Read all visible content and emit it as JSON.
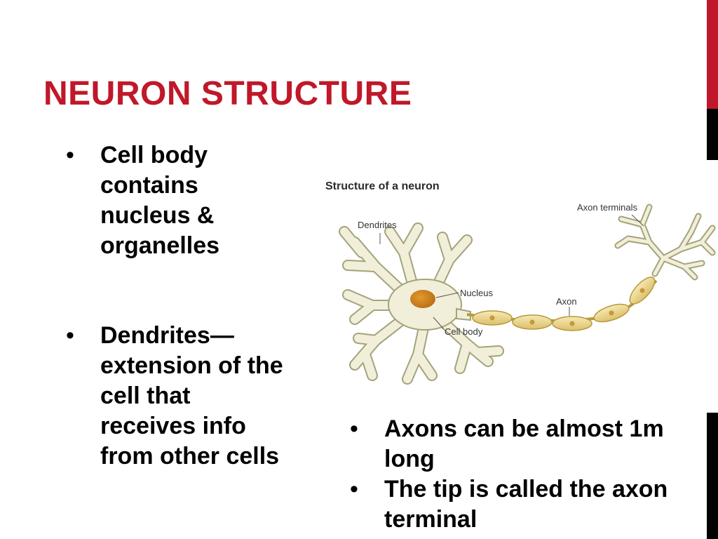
{
  "slide": {
    "title": "NEURON STRUCTURE",
    "left_bullets": [
      {
        "text": "Cell body contains nucleus & organelles"
      },
      {
        "text": "Dendrites—extension of the cell that receives info from other cells"
      }
    ],
    "right_bullets": [
      {
        "text": "Axons can be almost 1m long"
      },
      {
        "text": "The tip is called the axon terminal"
      }
    ],
    "bullet_glyph": "•"
  },
  "diagram": {
    "title": "Structure of a neuron",
    "labels": {
      "dendrites": "Dendrites",
      "axon_terminals": "Axon terminals",
      "nucleus": "Nucleus",
      "axon": "Axon",
      "cell_body": "Cell body"
    }
  },
  "colors": {
    "title_red": "#c0182a",
    "accent_red": "#c0182a",
    "accent_black": "#000000",
    "cell_fill": "#f1efd9",
    "cell_stroke": "#a5a37a",
    "nucleus": "#c87a1a",
    "myelin": "#ecd991",
    "myelin_stroke": "#b6993c"
  }
}
